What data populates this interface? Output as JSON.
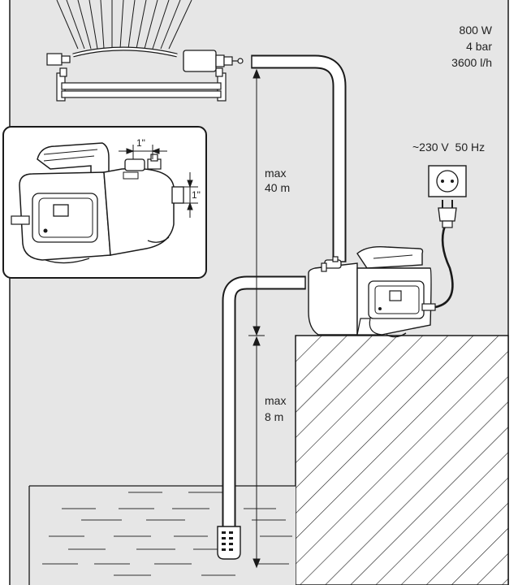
{
  "specs": {
    "power": "800 W",
    "pressure": "4 bar",
    "flow": "3600 l/h"
  },
  "supply": {
    "voltage": "~230 V  50 Hz"
  },
  "heights": {
    "delivery_label": "max",
    "delivery_value": "40 m",
    "suction_label": "max",
    "suction_value": "8 m"
  },
  "detail": {
    "outlet_size": "1\"",
    "inlet_size": "1\""
  },
  "colors": {
    "wall": "#e6e6e6",
    "line": "#1a1a1a",
    "ground": "#ffffff",
    "water": "#e6e6e6"
  },
  "icons": [
    "sprinkler-icon",
    "pump-icon",
    "socket-icon",
    "plug-icon",
    "strainer-icon"
  ]
}
